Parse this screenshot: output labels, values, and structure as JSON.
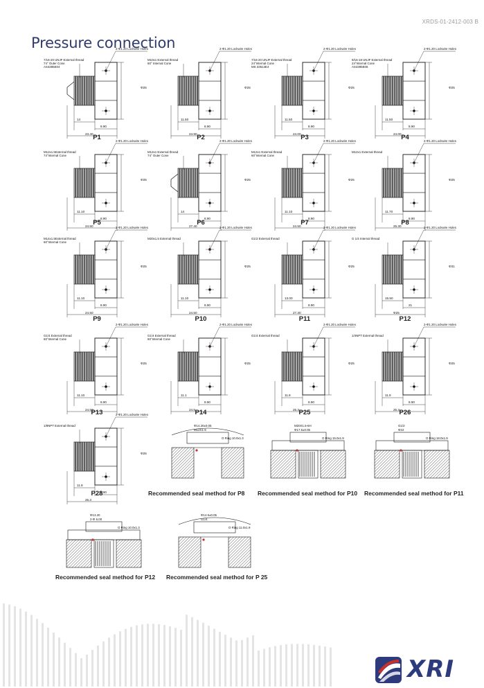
{
  "header": {
    "doc_id": "XRDS-01-2412-003 B",
    "title": "Pressure connection"
  },
  "colors": {
    "title": "#2f3a6e",
    "brand": "#2d3a7c",
    "accent_red": "#c9302c",
    "line": "#111111"
  },
  "parts": [
    {
      "caption": "P1",
      "thread": "7/16-20 UNJF External thread",
      "cone": "74° Outer Cone",
      "std": "AS4395E04",
      "lock": "2-Φ1.20 Lockwire Holes",
      "dims": [
        "14",
        "8.90",
        "23.40",
        "Φ25"
      ]
    },
    {
      "caption": "P2",
      "thread": "M10x1 External thread",
      "cone": "60° Internal Cone",
      "std": "",
      "lock": "2-Φ1.20 Lockwire Holes",
      "dims": [
        "11.50",
        "8.90",
        "24.90",
        "Φ25"
      ]
    },
    {
      "caption": "P3",
      "thread": "7/16-20 UNJF External thread",
      "cone": "24°Internal Cone",
      "std": "MS 33514E4",
      "lock": "2-Φ1.20 Lockwire Holes",
      "dims": [
        "11.50",
        "8.90",
        "24.00",
        "Φ25"
      ]
    },
    {
      "caption": "P4",
      "thread": "9/16-18 UNJF External thread",
      "cone": "24°Internal Cone",
      "std": "AS4395E06",
      "lock": "2-Φ1.20 Lockwire Holes",
      "dims": [
        "11.50",
        "8.90",
        "24.00",
        "Φ25"
      ]
    },
    {
      "caption": "P5",
      "thread": "M12x1.5External thread",
      "cone": "74°Internal Cone",
      "std": "",
      "lock": "2-Φ1.20 Lockwire Holes",
      "dims": [
        "11.10",
        "8.90",
        "24.50",
        "Φ25"
      ]
    },
    {
      "caption": "P6",
      "thread": "M12x1 External thread",
      "cone": "74° Outer Cone",
      "std": "",
      "lock": "2-Φ1.20 Lockwire Holes",
      "dims": [
        "14",
        "8.90",
        "27.40",
        "Φ25"
      ]
    },
    {
      "caption": "P7",
      "thread": "M12x1 External thread",
      "cone": "60°Internal Cone",
      "std": "",
      "lock": "2-Φ1.20 Lockwire Holes",
      "dims": [
        "11.10",
        "8.90",
        "24.50",
        "Φ25"
      ]
    },
    {
      "caption": "P8",
      "thread": "M12x1 External thread",
      "cone": "",
      "std": "",
      "lock": "2-Φ1.20 Lockwire Holes",
      "dims": [
        "11.70",
        "8.90",
        "25.30",
        "Φ25"
      ]
    },
    {
      "caption": "P9",
      "thread": "M14x1.5External thread",
      "cone": "60°Internal Cone",
      "std": "",
      "lock": "2-Φ1.20 Lockwire Holes",
      "dims": [
        "11.10",
        "8.90",
        "24.50",
        "Φ25"
      ]
    },
    {
      "caption": "P10",
      "thread": "M20x1.5 External thread",
      "cone": "",
      "std": "",
      "lock": "2-Φ1.20 Lockwire Holes",
      "dims": [
        "11.10",
        "8.90",
        "24.50",
        "Φ25"
      ]
    },
    {
      "caption": "P11",
      "thread": "G1/2 External thread",
      "cone": "",
      "std": "",
      "lock": "2-Φ1.20 Lockwire Holes",
      "dims": [
        "13.00",
        "8.90",
        "27.30",
        "Φ25"
      ]
    },
    {
      "caption": "P12",
      "thread": "G 1/4 Internal thread",
      "cone": "",
      "std": "",
      "lock": "2-Φ1.20 Lockwire Holes",
      "dims": [
        "15.50",
        "21",
        "Φ25",
        "Φ31"
      ]
    },
    {
      "caption": "P13",
      "thread": "G1/4 External thread",
      "cone": "60°Internal Cone",
      "std": "",
      "lock": "2-Φ1.20 Lockwire Holes",
      "dims": [
        "11.10",
        "8.90",
        "24.50",
        "Φ25"
      ]
    },
    {
      "caption": "P14",
      "thread": "G1/4 External thread",
      "cone": "60°Internal Cone",
      "std": "",
      "lock": "2-Φ1.20 Lockwire Holes",
      "dims": [
        "11.1",
        "8.90",
        "24.5",
        "Φ25"
      ]
    },
    {
      "caption": "P25",
      "thread": "G1/4 External thread",
      "cone": "",
      "std": "",
      "lock": "2-Φ1.20 Lockwire Holes",
      "dims": [
        "11.9",
        "8.90",
        "25.3",
        "Φ25"
      ]
    },
    {
      "caption": "P26",
      "thread": "1/4NPT External thread",
      "cone": "",
      "std": "",
      "lock": "2-Φ1.20 Lockwire Holes",
      "dims": [
        "11.9",
        "8.90",
        "25.3",
        "Φ25"
      ]
    },
    {
      "caption": "P28",
      "thread": "1/8NPT External thread",
      "cone": "",
      "std": "",
      "lock": "2-Φ1.20 Lockwire Holes",
      "dims": [
        "11.9",
        "8.90",
        "25.3",
        "Φ25"
      ]
    }
  ],
  "seals": [
    {
      "caption": "Recommended seal method for P8",
      "notes": [
        "Φ14.20±0.05",
        "M12X1-6",
        "O Ring 10.0x1.3"
      ]
    },
    {
      "caption": "Recommended seal method for P10",
      "notes": [
        "M20X1.5-6H",
        "Φ17.5±0.05",
        "O Ring 15.0x1.9"
      ]
    },
    {
      "caption": "Recommended seal method for P11",
      "notes": [
        "G1/2",
        "Φ22",
        "O Ring 18.0x1.9"
      ]
    },
    {
      "caption": "Recommended seal method for P12",
      "notes": [
        "Φ13.20",
        "2-Φ 6.00",
        "O Ring 10.0x1.3"
      ]
    },
    {
      "caption": "Recommended seal method for P 25",
      "notes": [
        "Φ14.5±0.05",
        "G1/4",
        "O Ring 11.0x1.9"
      ]
    }
  ],
  "logo": {
    "text": "XRI"
  }
}
